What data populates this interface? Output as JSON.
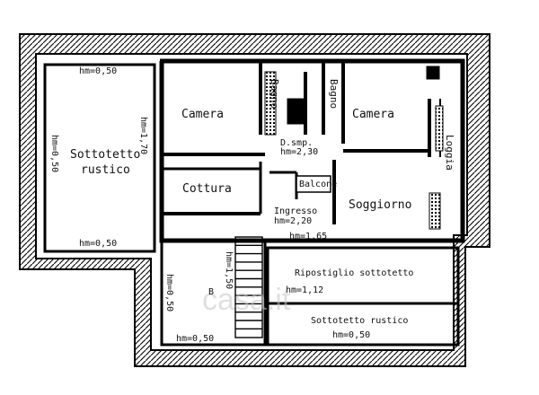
{
  "rooms": {
    "camera_left": "Camera",
    "camera_right": "Camera",
    "bagno_left": "Bagno",
    "bagno_right": "Bagno",
    "sottotetto_left_line1": "Sottotetto",
    "sottotetto_left_line2": "rustico",
    "cottura": "Cottura",
    "soggiorno": "Soggiorno",
    "loggia": "Loggia",
    "ripostiglio": "Ripostiglio sottotetto",
    "sottotetto_bottom": "Sottotetto rustico",
    "ingresso": "Ingresso",
    "disimpegno": "D.smp.",
    "balcony": "Balcone"
  },
  "heights": {
    "left_top": "hm=0,50",
    "left_side": "hm=0,50",
    "left_bottom": "hm=0,50",
    "inner_vertical": "hm=1,70",
    "disimpegno": "hm=2,30",
    "ingresso": "hm=2,20",
    "near_stairs": "hm=1,65",
    "stair_vertical": "hm=1,50",
    "stair_left_vertical": "hm=0,50",
    "ripostiglio": "hm=1,12",
    "bottom_left": "hm=0,50",
    "bottom_right": "hm=0,50",
    "stair_label": "B"
  },
  "watermark": "casa.it"
}
